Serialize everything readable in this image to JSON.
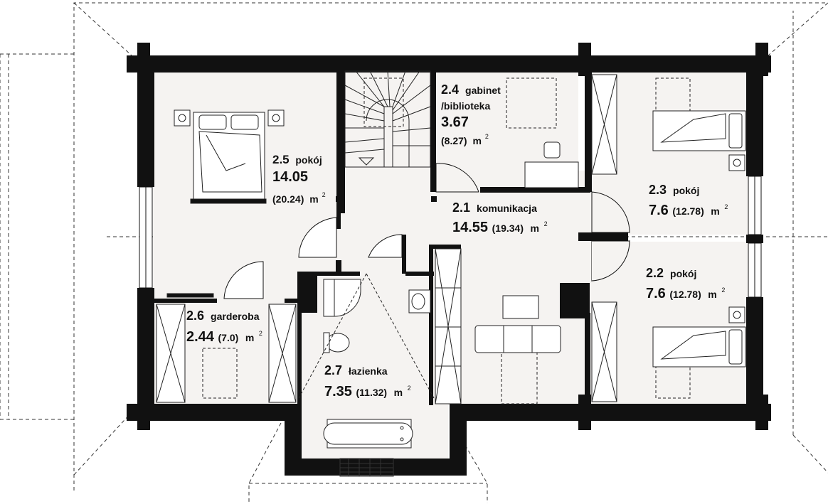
{
  "rooms": [
    {
      "id": "2.1",
      "name": "komunikacja",
      "area": "14.55",
      "gross": "(19.34)",
      "unit": "m",
      "sup": "2"
    },
    {
      "id": "2.2",
      "name": "pokój",
      "area": "7.6",
      "gross": "(12.78)",
      "unit": "m",
      "sup": "2"
    },
    {
      "id": "2.3",
      "name": "pokój",
      "area": "7.6",
      "gross": "(12.78)",
      "unit": "m",
      "sup": "2"
    },
    {
      "id": "2.4",
      "name": "gabinet",
      "name2": "/biblioteka",
      "area": "3.67",
      "gross": "(8.27)",
      "unit": "m",
      "sup": "2"
    },
    {
      "id": "2.5",
      "name": "pokój",
      "area": "14.05",
      "gross": "(20.24)",
      "unit": "m",
      "sup": "2"
    },
    {
      "id": "2.6",
      "name": "garderoba",
      "area": "2.44",
      "gross": "(7.0)",
      "unit": "m",
      "sup": "2"
    },
    {
      "id": "2.7",
      "name": "łazienka",
      "area": "7.35",
      "gross": "(11.32)",
      "unit": "m",
      "sup": "2"
    }
  ]
}
